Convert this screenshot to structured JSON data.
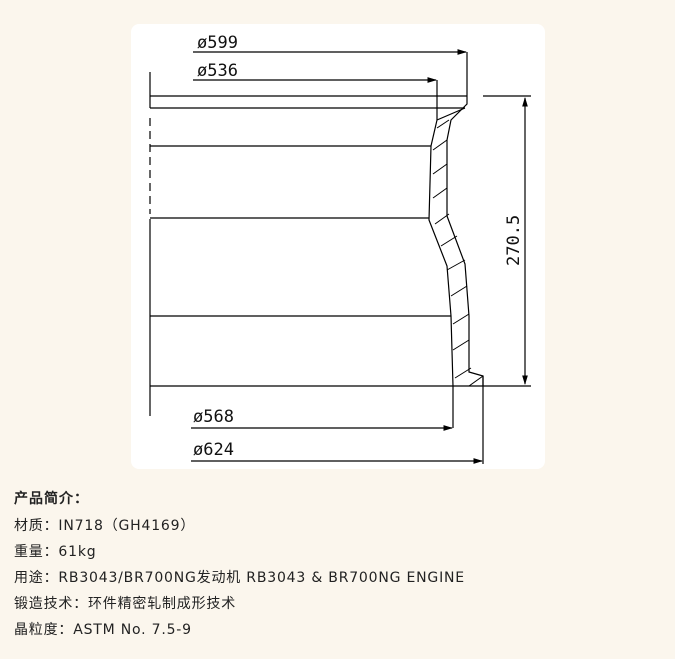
{
  "drawing": {
    "dim_outer_top": "ø599",
    "dim_inner_top": "ø536",
    "dim_inner_bottom": "ø568",
    "dim_outer_bottom": "ø624",
    "dim_height": "270.5"
  },
  "specs": {
    "title": "产品简介：",
    "rows": [
      {
        "label": "材质：",
        "value": "IN718（GH4169）"
      },
      {
        "label": "重量：",
        "value": "61kg"
      },
      {
        "label": "用途：",
        "value": "RB3043/BR700NG发动机 RB3043 & BR700NG ENGINE"
      },
      {
        "label": "锻造技术：",
        "value": "环件精密轧制成形技术"
      },
      {
        "label": "晶粒度：",
        "value": "ASTM No. 7.5-9"
      }
    ]
  }
}
